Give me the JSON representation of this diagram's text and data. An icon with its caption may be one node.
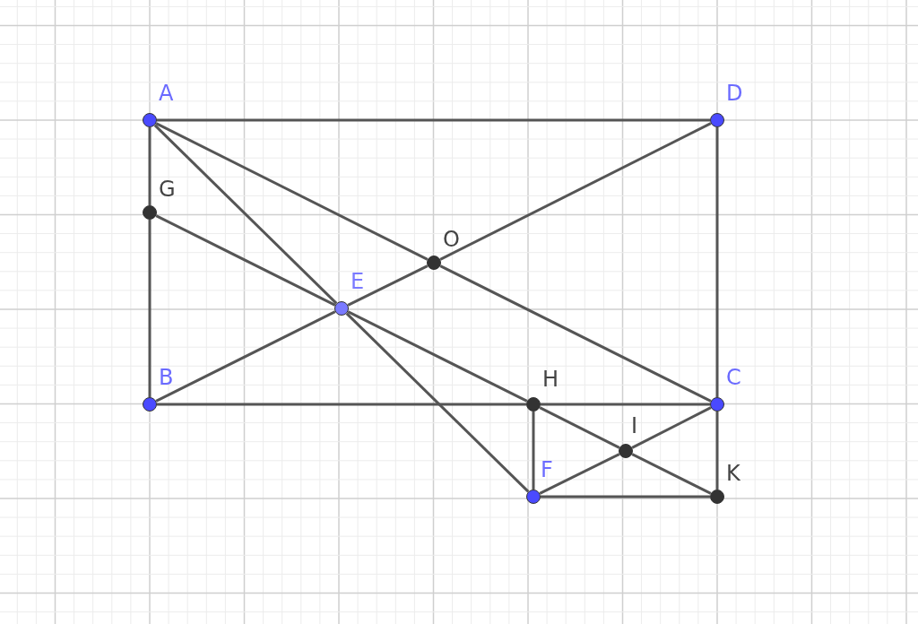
{
  "diagram": {
    "nodes": [
      {
        "text": [
          "A"
        ]
      },
      {
        "text": [
          "D"
        ]
      },
      {
        "text": [
          "G"
        ]
      },
      {
        "text": [
          "O"
        ]
      },
      {
        "text": [
          "E"
        ]
      },
      {
        "text": [
          "B"
        ]
      },
      {
        "text": [
          "H"
        ]
      },
      {
        "text": [
          "C"
        ]
      },
      {
        "text": [
          "I"
        ]
      },
      {
        "text": [
          "F"
        ]
      },
      {
        "text": [
          "K"
        ]
      }
    ],
    "edges": [
      {
        "from": 0,
        "to": 1,
        "arrow": "none"
      },
      {
        "from": 0,
        "to": 2,
        "arrow": "none"
      },
      {
        "from": 2,
        "to": 5,
        "arrow": "none"
      },
      {
        "from": 1,
        "to": 7,
        "arrow": "none"
      },
      {
        "from": 7,
        "to": 10,
        "arrow": "none"
      },
      {
        "from": 5,
        "to": 6,
        "arrow": "none"
      },
      {
        "from": 6,
        "to": 7,
        "arrow": "none"
      },
      {
        "from": 0,
        "to": 3,
        "arrow": "none"
      },
      {
        "from": 3,
        "to": 7,
        "arrow": "none"
      },
      {
        "from": 5,
        "to": 4,
        "arrow": "none"
      },
      {
        "from": 4,
        "to": 3,
        "arrow": "none"
      },
      {
        "from": 3,
        "to": 1,
        "arrow": "none"
      },
      {
        "from": 0,
        "to": 4,
        "arrow": "none"
      },
      {
        "from": 4,
        "to": 9,
        "arrow": "none"
      },
      {
        "from": 2,
        "to": 4,
        "arrow": "none"
      },
      {
        "from": 4,
        "to": 6,
        "arrow": "none"
      },
      {
        "from": 6,
        "to": 8,
        "arrow": "none"
      },
      {
        "from": 8,
        "to": 10,
        "arrow": "none"
      },
      {
        "from": 9,
        "to": 8,
        "arrow": "none"
      },
      {
        "from": 8,
        "to": 7,
        "arrow": "none"
      },
      {
        "from": 6,
        "to": 9,
        "arrow": "none"
      },
      {
        "from": 9,
        "to": 10,
        "arrow": "none"
      }
    ]
  }
}
